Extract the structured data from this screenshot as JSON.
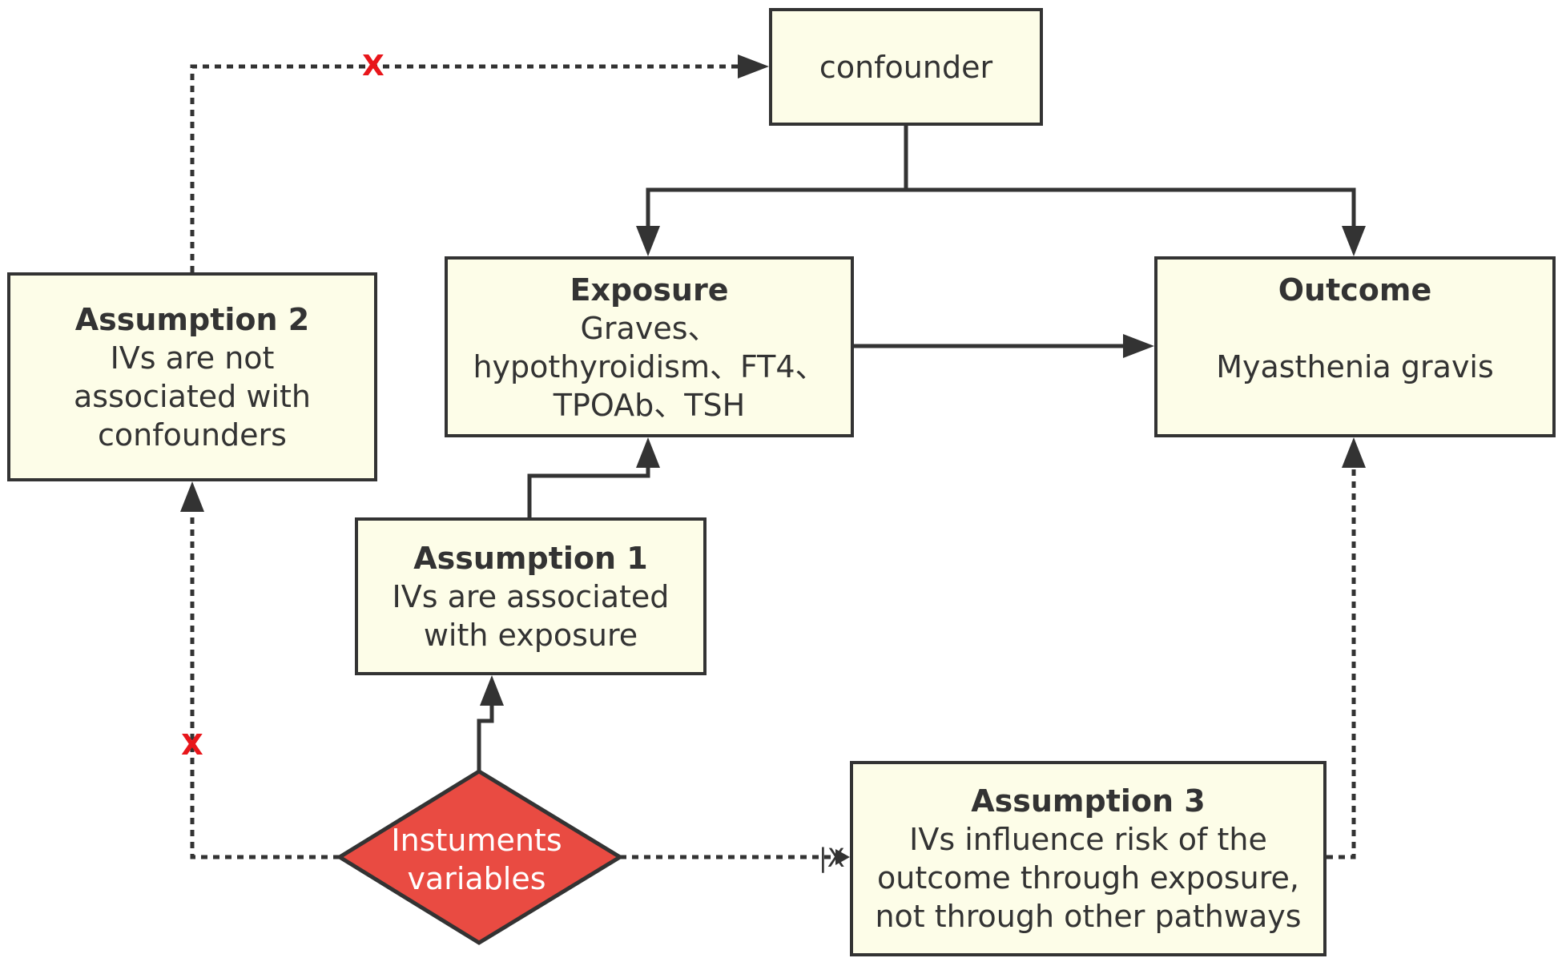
{
  "nodes": {
    "confounder": {
      "label": "confounder"
    },
    "exposure": {
      "title": "Exposure",
      "body": "Graves、\nhypothyroidism、FT4、\nTPOAb、TSH"
    },
    "outcome": {
      "title": "Outcome",
      "body": "Myasthenia gravis"
    },
    "assumption1": {
      "title": "Assumption 1",
      "body": "IVs are associated\nwith exposure"
    },
    "assumption2": {
      "title": "Assumption 2",
      "body": "IVs are not\nassociated with\nconfounders"
    },
    "assumption3": {
      "title": "Assumption 3",
      "body": "IVs influence risk of the\noutcome through exposure,\nnot through other pathways"
    },
    "instruments": {
      "label": "Instuments\nvariables"
    }
  },
  "marks": {
    "blocked_top": "X",
    "blocked_left": "X",
    "blocked_bottom": "|X"
  },
  "colors": {
    "box_fill": "#fdfde8",
    "line": "#333333",
    "diamond_fill": "#e94b42",
    "blocked_mark": "#e8161b"
  }
}
